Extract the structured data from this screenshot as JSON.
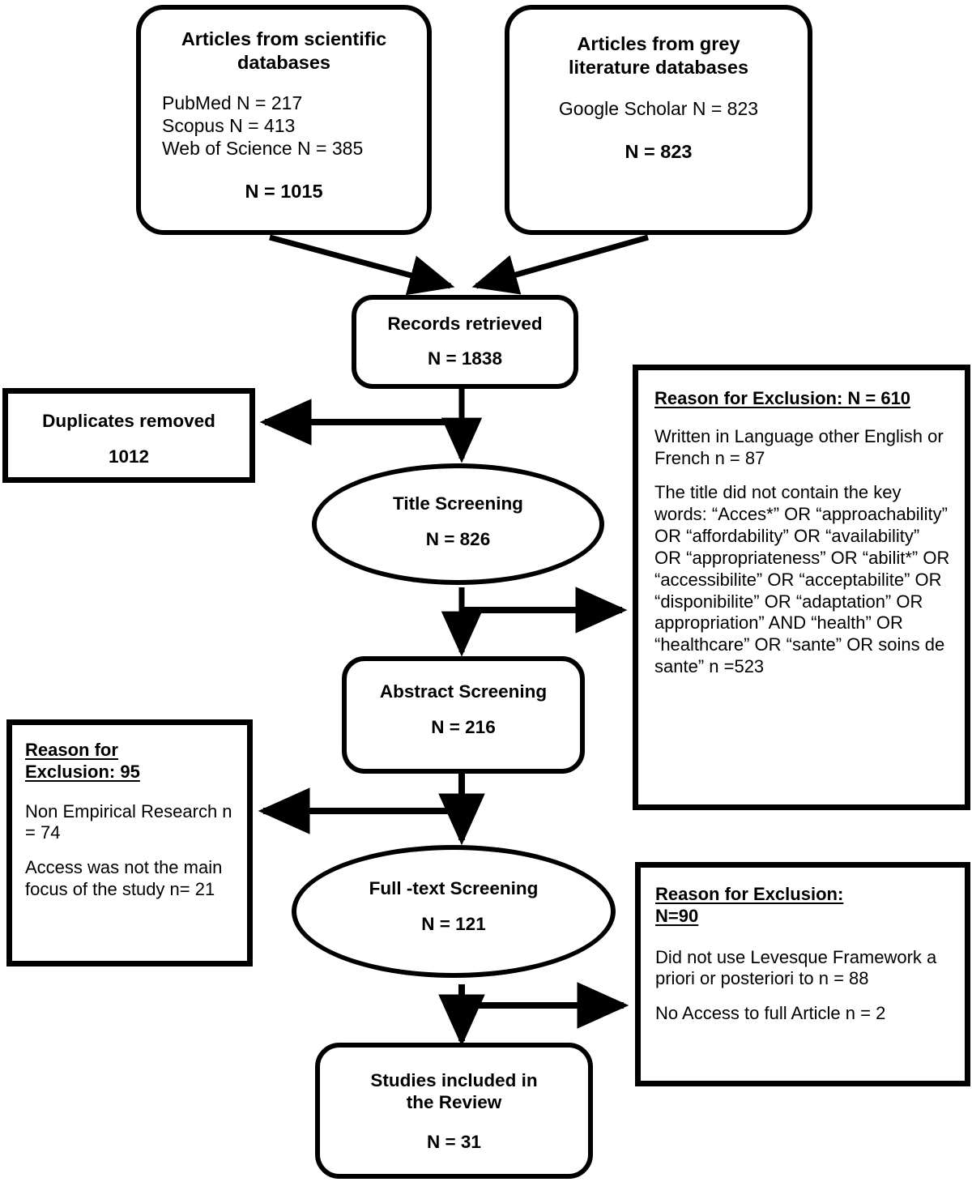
{
  "diagram": {
    "title": "PRISMA study selection flow diagram",
    "line_color": "#000000",
    "background": "#ffffff"
  },
  "nodes": {
    "scientific_sources": {
      "heading": "Articles from scientific databases",
      "lines": [
        "PubMed N = 217",
        "Scopus N = 413",
        "Web of Science N = 385"
      ],
      "total": "N = 1015"
    },
    "grey_sources": {
      "heading": "Articles from grey literature databases",
      "lines": [
        "Google Scholar N = 823"
      ],
      "total": "N = 823"
    },
    "records_retrieved": {
      "heading": "Records retrieved",
      "total": "N = 1838"
    },
    "duplicates_removed": {
      "heading": "Duplicates removed",
      "total": "1012"
    },
    "title_screening": {
      "heading": "Title Screening",
      "total": "N = 826"
    },
    "abstract_screening": {
      "heading": "Abstract Screening",
      "total": "N = 216"
    },
    "fulltext_screening": {
      "heading": "Full -text Screening",
      "total": "N = 121"
    },
    "studies_included": {
      "heading_line1": "Studies included in",
      "heading_line2": "the Review",
      "total": "N = 31"
    },
    "exclusion_title": {
      "heading": "Reason for Exclusion: N = 610",
      "paragraphs": [
        "Written in Language other English or French n = 87",
        "The title did not contain the key words: “Acces*” OR “approachability” OR “affordability” OR “availability” OR “appropriateness” OR “abilit*” OR “accessibilite”  OR “acceptabilite” OR “disponibilite” OR “adaptation” OR appropriation” AND  “health” OR “healthcare” OR “sante” OR soins de sante”  n =523"
      ]
    },
    "exclusion_abstract": {
      "heading_line1": "Reason for",
      "heading_line2": "Exclusion: 95",
      "paragraphs": [
        "Non Empirical Research  n = 74",
        "Access was not the main focus of the study n= 21"
      ]
    },
    "exclusion_fulltext": {
      "heading_line1": "Reason for Exclusion:",
      "heading_line2": " N=90",
      "paragraphs": [
        "Did not use Levesque Framework a priori or posteriori to  n = 88",
        "No Access to full Article n = 2"
      ]
    }
  },
  "chart_data": {
    "type": "diagram",
    "title": "PRISMA flow of study selection",
    "stages": [
      {
        "stage": "Articles from scientific databases",
        "n": 1015,
        "breakdown": [
          {
            "source": "PubMed",
            "n": 217
          },
          {
            "source": "Scopus",
            "n": 413
          },
          {
            "source": "Web of Science",
            "n": 385
          }
        ]
      },
      {
        "stage": "Articles from grey literature databases",
        "n": 823,
        "breakdown": [
          {
            "source": "Google Scholar",
            "n": 823
          }
        ]
      },
      {
        "stage": "Records retrieved",
        "n": 1838
      },
      {
        "stage": "Duplicates removed",
        "n": 1012
      },
      {
        "stage": "Title Screening",
        "n": 826
      },
      {
        "stage": "Reason for Exclusion (title)",
        "n": 610,
        "breakdown": [
          {
            "source": "Written in Language other English or French",
            "n": 87
          },
          {
            "source": "Title did not contain the key words",
            "n": 523
          }
        ]
      },
      {
        "stage": "Abstract Screening",
        "n": 216
      },
      {
        "stage": "Reason for Exclusion (abstract)",
        "n": 95,
        "breakdown": [
          {
            "source": "Non Empirical Research",
            "n": 74
          },
          {
            "source": "Access was not the main focus of the study",
            "n": 21
          }
        ]
      },
      {
        "stage": "Full -text Screening",
        "n": 121
      },
      {
        "stage": "Reason for Exclusion (full text)",
        "n": 90,
        "breakdown": [
          {
            "source": "Did not use Levesque Framework a priori or posteriori to",
            "n": 88
          },
          {
            "source": "No Access to full Article",
            "n": 2
          }
        ]
      },
      {
        "stage": "Studies included in the Review",
        "n": 31
      }
    ]
  }
}
